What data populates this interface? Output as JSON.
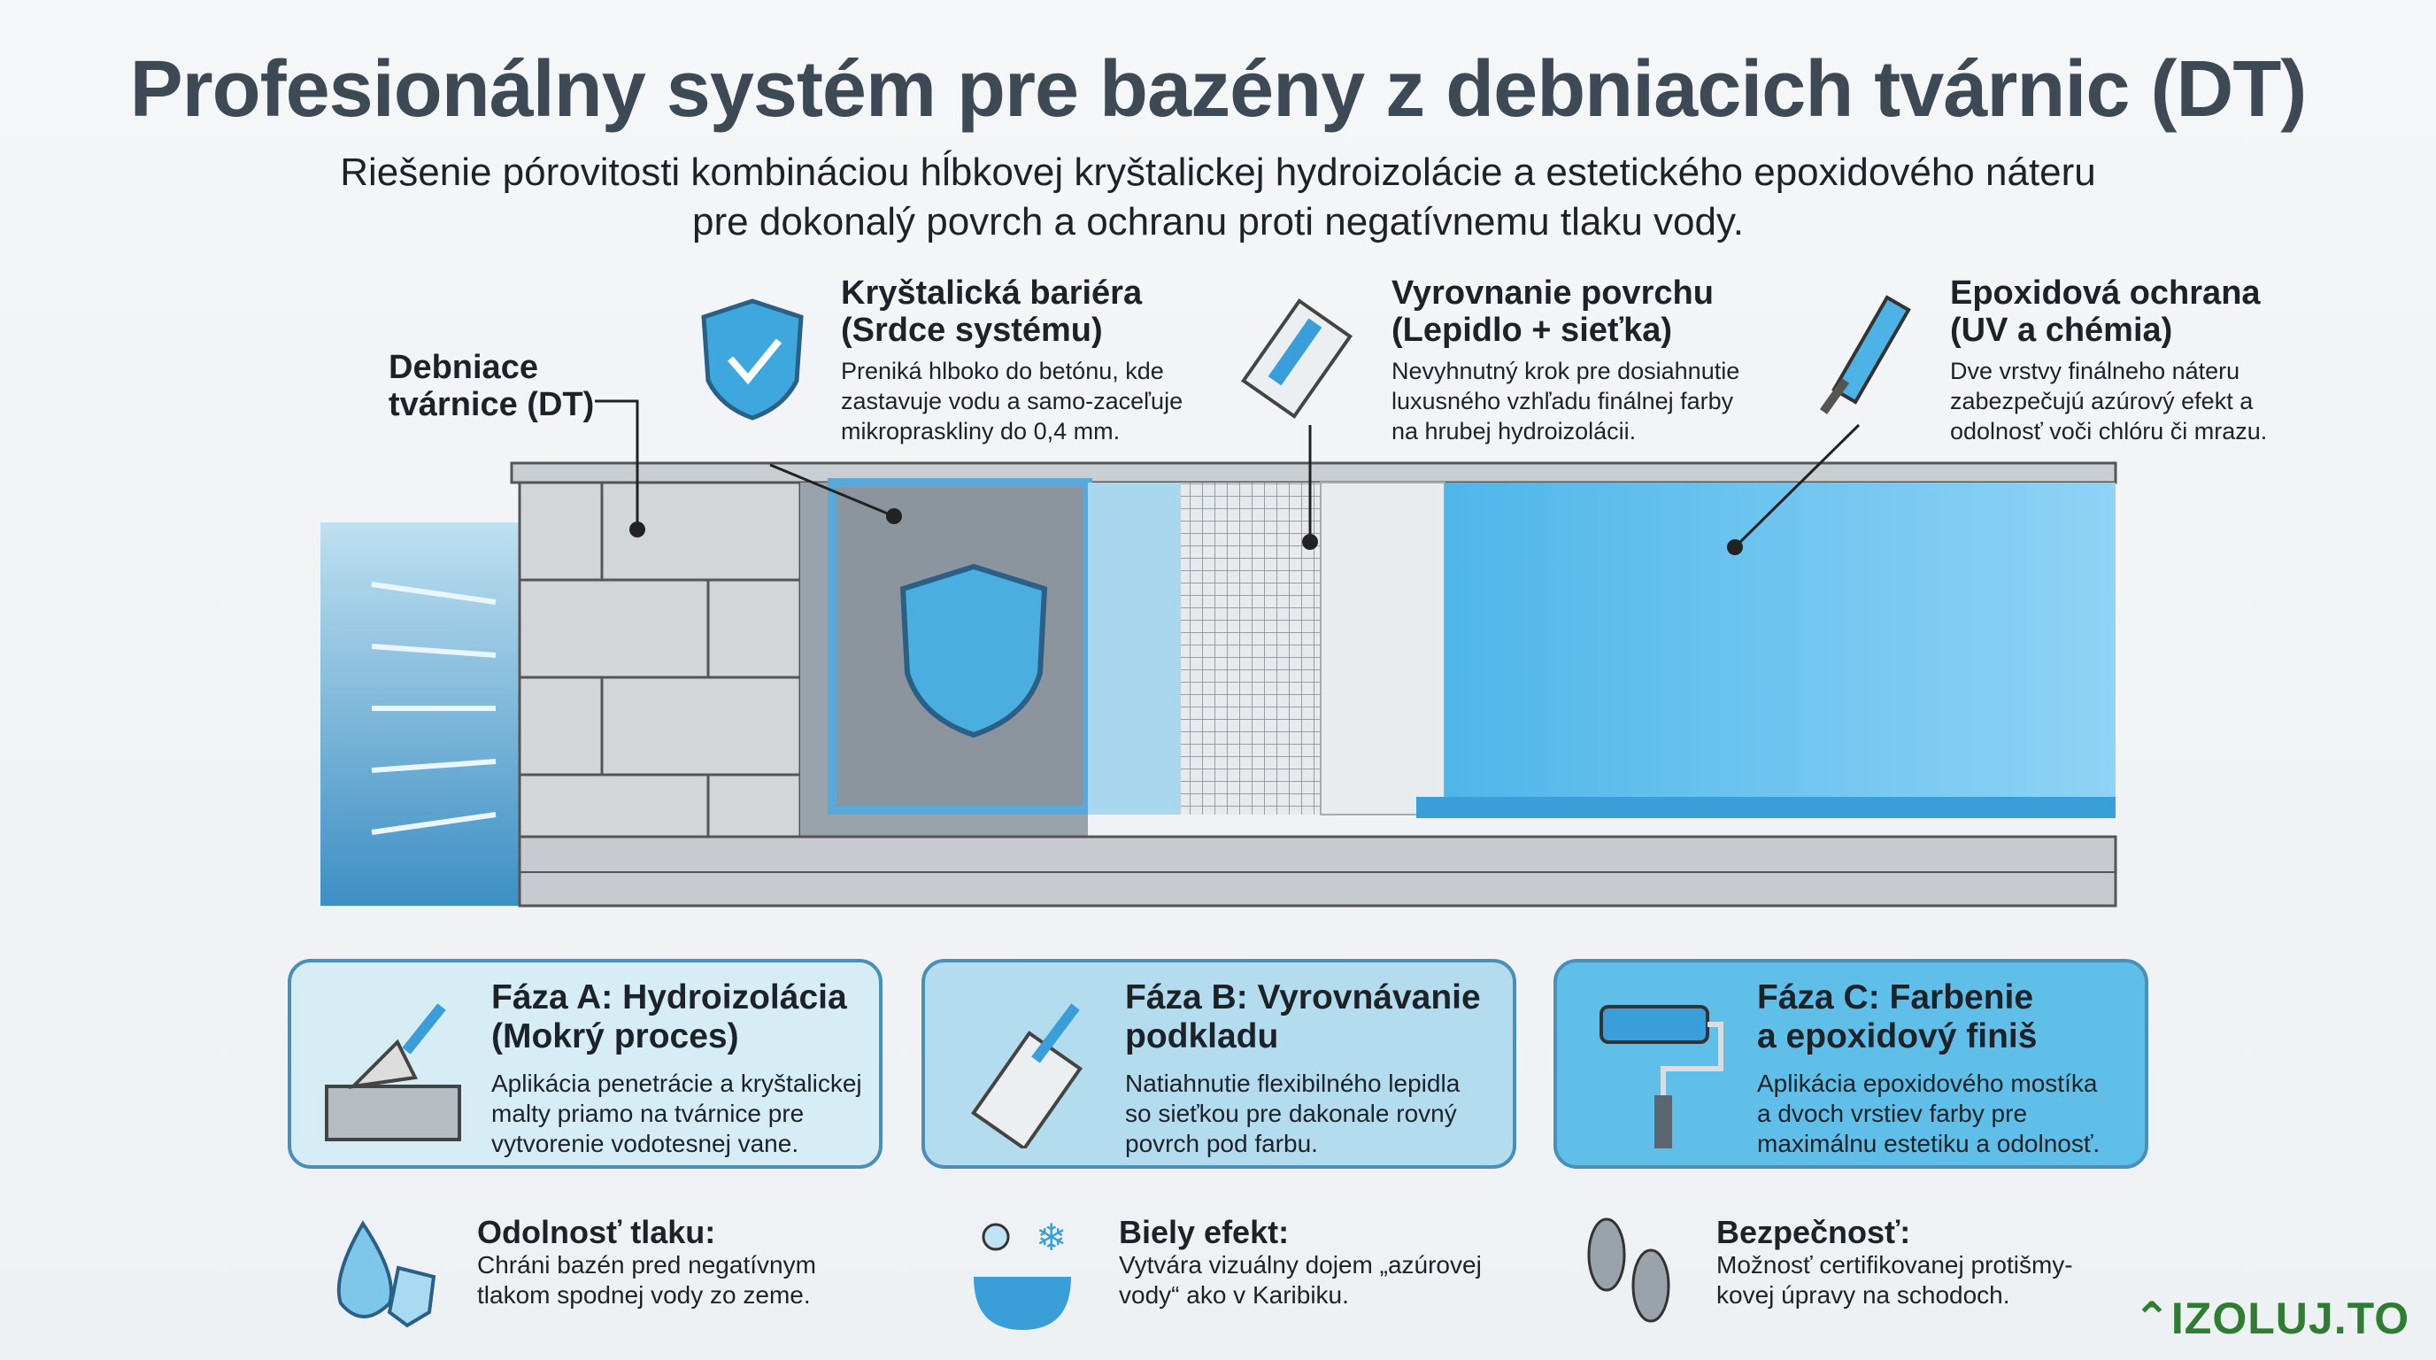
{
  "title": "Profesionálny systém pre bazény z debniacich tvárnic (DT)",
  "subtitle": [
    "Riešenie pórovitosti kombináciou hĺbkovej kryštalickej hydroizolácie a estetického epoxidového náteru",
    "pre dokonalý povrch a ochranu proti negatívnemu tlaku vody."
  ],
  "callouts": {
    "blocks": {
      "title": [
        "Debniace",
        "tvárnice (DT)"
      ]
    },
    "crystal": {
      "title": [
        "Kryštalická bariéra",
        "(Srdce systému)"
      ],
      "text": [
        "Preniká hlboko do betónu, kde",
        "zastavuje vodu a samo-zaceľuje",
        "mikropraskliny do 0,4 mm."
      ],
      "icon": "shield-check-icon"
    },
    "leveling": {
      "title": [
        "Vyrovnanie povrchu",
        "(Lepidlo + sieťka)"
      ],
      "text": [
        "Nevyhnutný krok pre dosiahnutie",
        "luxusného vzhľadu finálnej farby",
        "na hrubej hydroizolácii."
      ],
      "icon": "trowel-mesh-icon"
    },
    "epoxy": {
      "title": [
        "Epoxidová ochrana",
        "(UV a chémia)"
      ],
      "text": [
        "Dve vrstvy finálneho náteru",
        "zabezpečujú azúrový efekt a",
        "odolnosť voči chlóru či mrazu."
      ],
      "icon": "paint-roller-icon"
    }
  },
  "phases": [
    {
      "title": [
        "Fáza A: Hydroizolácia",
        "(Mokrý proces)"
      ],
      "text": [
        "Aplikácia penetrácie a kryštalickej",
        "malty priamo na tvárnice pre",
        "vytvorenie vodotesnej vane."
      ],
      "icon": "trowel-blocks-icon"
    },
    {
      "title": [
        "Fáza B: Vyrovnávanie",
        "podkladu"
      ],
      "text": [
        "Natiahnutie flexibilného lepidla",
        "so sieťkou pre dakonale rovný",
        "povrch pod farbu."
      ],
      "icon": "trowel-mesh-icon"
    },
    {
      "title": [
        "Fáza C: Farbenie",
        "a epoxidový finiš"
      ],
      "text": [
        "Aplikácia epoxidového mostíka",
        "a dvoch vrstiev farby pre",
        "maximálnu estetiku a odolnosť."
      ],
      "icon": "paint-roller-icon"
    }
  ],
  "features": [
    {
      "title": "Odolnosť tlaku:",
      "text": [
        "Chráni bazén pred negatívnym",
        "tlakom spodnej vody zo zeme."
      ],
      "icon": "water-drop-shield-icon"
    },
    {
      "title": "Biely efekt:",
      "text": [
        "Vytvára vizuálny dojem „azúrovej",
        "vody“ ako v Karibiku."
      ],
      "icon": "sun-snowflake-water-icon"
    },
    {
      "title": "Bezpečnosť:",
      "text": [
        "Možnosť certifikovanej protišmy-",
        "kovej úpravy na schodoch."
      ],
      "icon": "footprints-icon"
    }
  ],
  "logo": "IZOLUJ.TO",
  "colors": {
    "title": "#3d4a56",
    "accent": "#3a9fd8",
    "logo": "#2e7d32"
  }
}
